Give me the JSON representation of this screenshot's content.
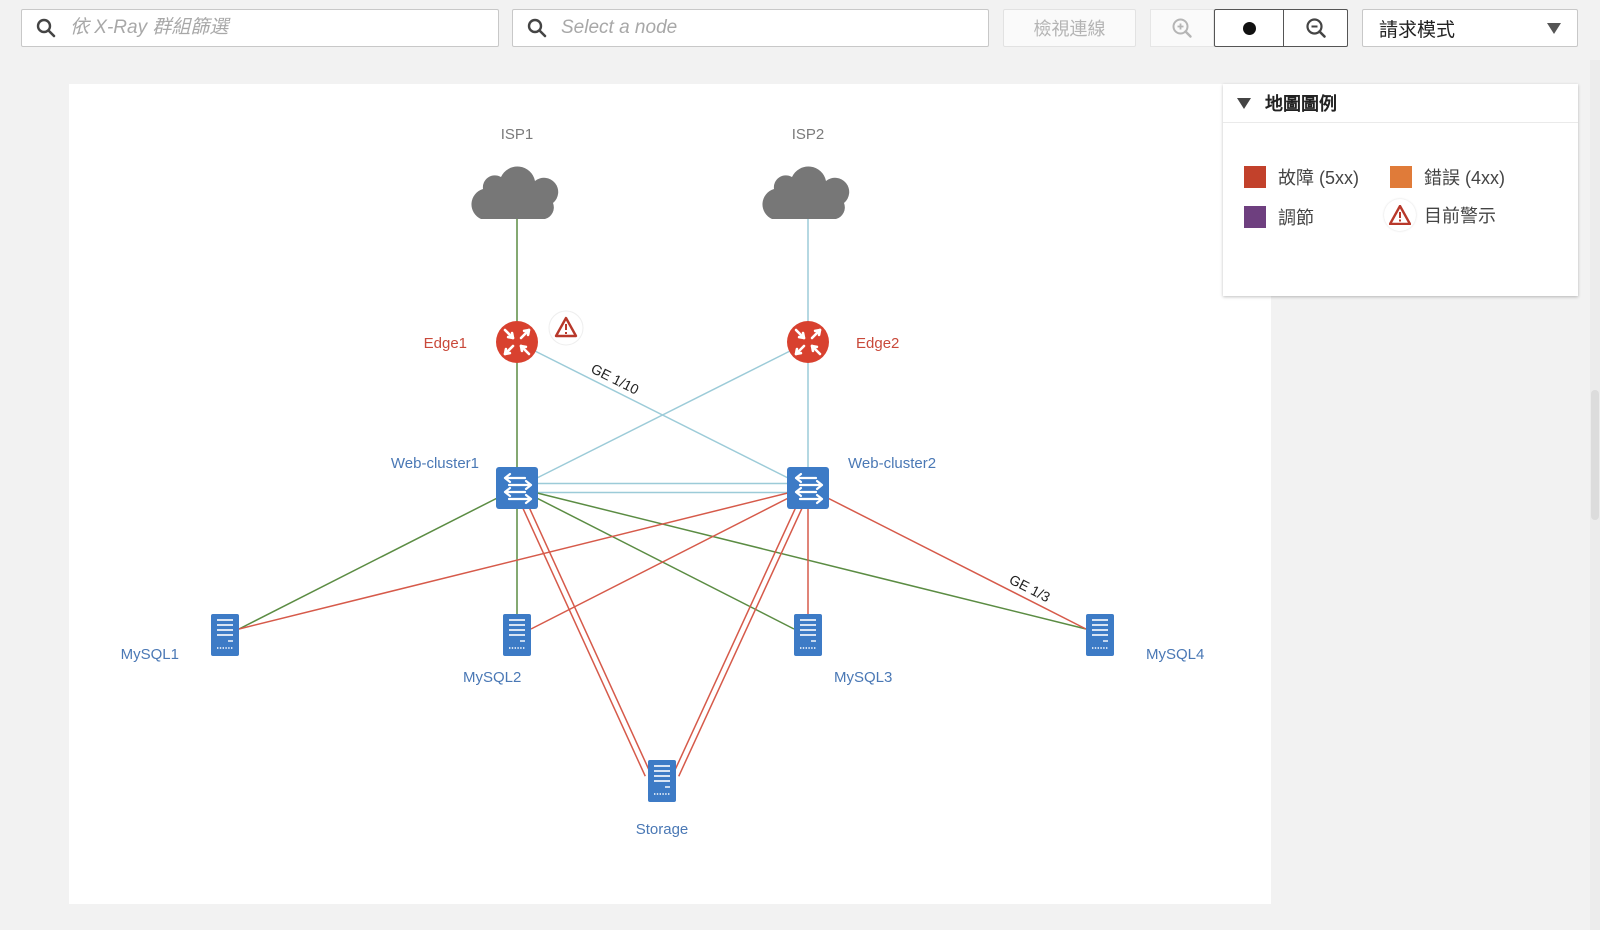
{
  "toolbar": {
    "group_filter": {
      "placeholder": "依 X-Ray 群組篩選",
      "value": "",
      "icon": "search-icon"
    },
    "node_select": {
      "placeholder": "Select a node",
      "value": "",
      "icon": "search-icon"
    },
    "view_connections_label": "檢視連線",
    "zoom_in_icon": "zoom-in-icon",
    "reset_icon": "reset-dot-icon",
    "zoom_out_icon": "zoom-out-icon",
    "mode_select": {
      "selected": "請求模式",
      "icon": "caret-down-icon"
    }
  },
  "legend": {
    "title": "地圖圖例",
    "items": [
      {
        "label": "故障 (5xx)",
        "color": "#c2412b",
        "kind": "swatch"
      },
      {
        "label": "錯誤 (4xx)",
        "color": "#e07b39",
        "kind": "swatch"
      },
      {
        "label": "調節",
        "color": "#6e3f7f",
        "kind": "swatch"
      },
      {
        "label": "目前警示",
        "color": "#b8382a",
        "kind": "alert-icon"
      }
    ]
  },
  "colors": {
    "ok": "#5b8c43",
    "neutral": "#9ccbd8",
    "fault": "#d65a4a",
    "node_blue": "#3d7bc6",
    "router_red": "#d8412f",
    "cloud_gray": "#777777",
    "label_blue": "#4a78b5",
    "label_red": "#c9493a",
    "label_gray": "#7a7a7a"
  },
  "diagram": {
    "nodes": [
      {
        "id": "isp1",
        "label": "ISP1",
        "type": "cloud"
      },
      {
        "id": "isp2",
        "label": "ISP2",
        "type": "cloud"
      },
      {
        "id": "edge1",
        "label": "Edge1",
        "type": "router",
        "alert": true
      },
      {
        "id": "edge2",
        "label": "Edge2",
        "type": "router",
        "alert": false
      },
      {
        "id": "web1",
        "label": "Web-cluster1",
        "type": "switch"
      },
      {
        "id": "web2",
        "label": "Web-cluster2",
        "type": "switch"
      },
      {
        "id": "mysql1",
        "label": "MySQL1",
        "type": "server"
      },
      {
        "id": "mysql2",
        "label": "MySQL2",
        "type": "server"
      },
      {
        "id": "mysql3",
        "label": "MySQL3",
        "type": "server"
      },
      {
        "id": "mysql4",
        "label": "MySQL4",
        "type": "server"
      },
      {
        "id": "storage",
        "label": "Storage",
        "type": "server"
      }
    ],
    "links": [
      {
        "from": "isp1",
        "to": "edge1",
        "status": "ok"
      },
      {
        "from": "isp2",
        "to": "edge2",
        "status": "neutral"
      },
      {
        "from": "edge1",
        "to": "web1",
        "status": "ok"
      },
      {
        "from": "edge1",
        "to": "web2",
        "status": "neutral",
        "label": "GE 1/10"
      },
      {
        "from": "edge2",
        "to": "web1",
        "status": "neutral"
      },
      {
        "from": "edge2",
        "to": "web2",
        "status": "neutral"
      },
      {
        "from": "web1",
        "to": "web2",
        "status": "neutral",
        "count": 2
      },
      {
        "from": "web1",
        "to": "mysql1",
        "status": "ok"
      },
      {
        "from": "web1",
        "to": "mysql2",
        "status": "ok"
      },
      {
        "from": "web1",
        "to": "mysql3",
        "status": "ok"
      },
      {
        "from": "web1",
        "to": "mysql4",
        "status": "ok"
      },
      {
        "from": "web1",
        "to": "storage",
        "status": "fault",
        "count": 2
      },
      {
        "from": "web2",
        "to": "mysql1",
        "status": "fault"
      },
      {
        "from": "web2",
        "to": "mysql2",
        "status": "fault"
      },
      {
        "from": "web2",
        "to": "mysql3",
        "status": "fault"
      },
      {
        "from": "web2",
        "to": "mysql4",
        "status": "fault",
        "label": "GE 1/3"
      },
      {
        "from": "web2",
        "to": "storage",
        "status": "fault",
        "count": 2
      }
    ]
  }
}
